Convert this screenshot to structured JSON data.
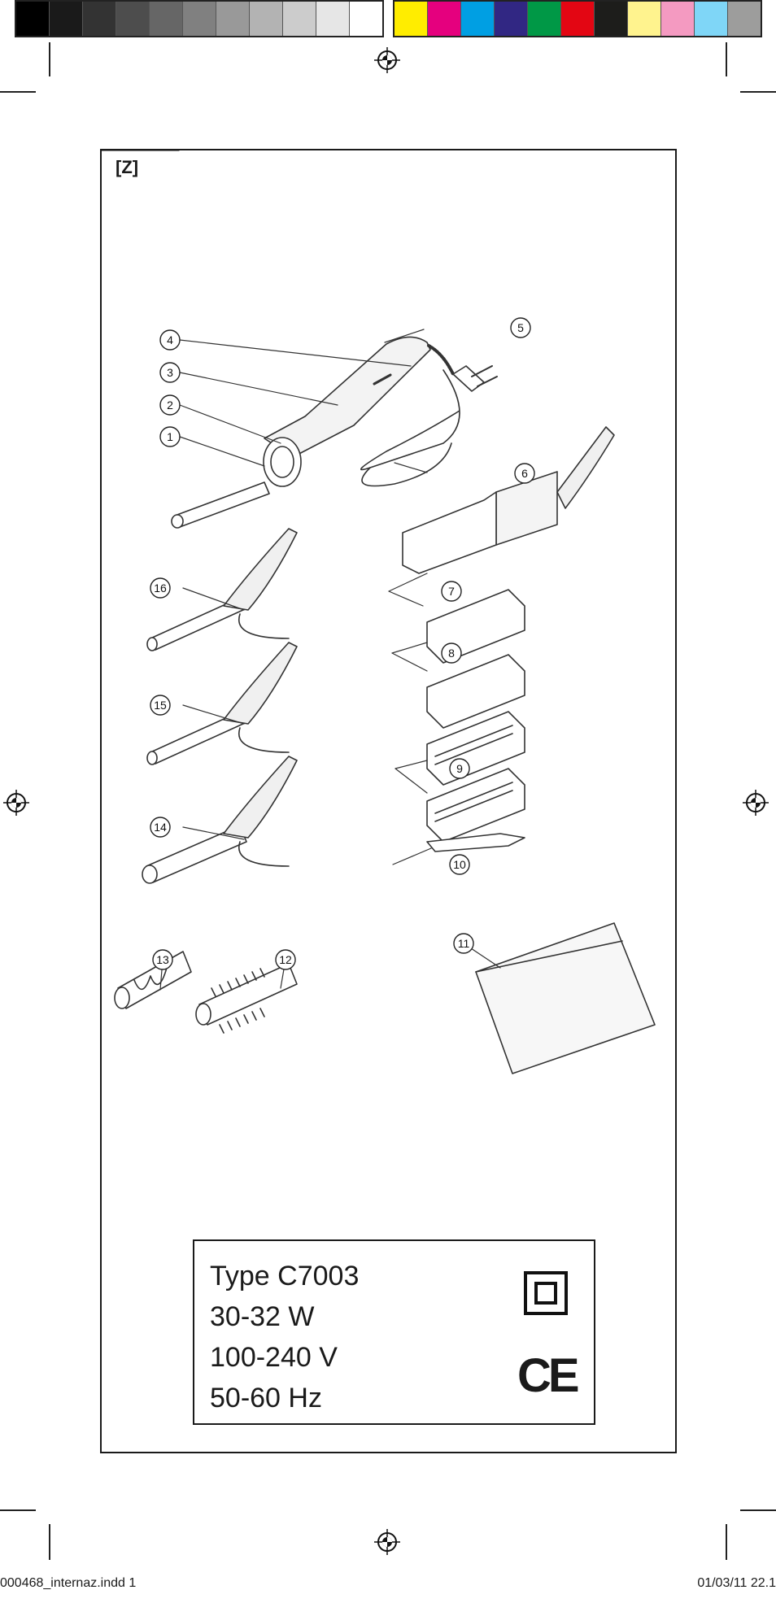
{
  "colors": {
    "gray_swatches": [
      "#000000",
      "#1a1a1a",
      "#333333",
      "#4d4d4d",
      "#666666",
      "#808080",
      "#999999",
      "#b3b3b3",
      "#cccccc",
      "#e6e6e6",
      "#ffffff"
    ],
    "color_swatches": [
      "#ffed00",
      "#e5007e",
      "#009fe3",
      "#312783",
      "#009846",
      "#e30613",
      "#1d1d1b",
      "#fff38e",
      "#f49ac1",
      "#7fd6f7",
      "#9d9d9c"
    ]
  },
  "section_label": "[Z]",
  "callouts": [
    "1",
    "2",
    "3",
    "4",
    "5",
    "6",
    "7",
    "8",
    "9",
    "10",
    "11",
    "12",
    "13",
    "14",
    "15",
    "16"
  ],
  "spec": {
    "type": "Type C7003",
    "power": "30-32 W",
    "voltage": "100-240 V",
    "frequency": "50-60 Hz",
    "ce_mark": "CE"
  },
  "footer": {
    "file": "000468_internaz.indd   1",
    "date": "01/03/11   22.1"
  }
}
